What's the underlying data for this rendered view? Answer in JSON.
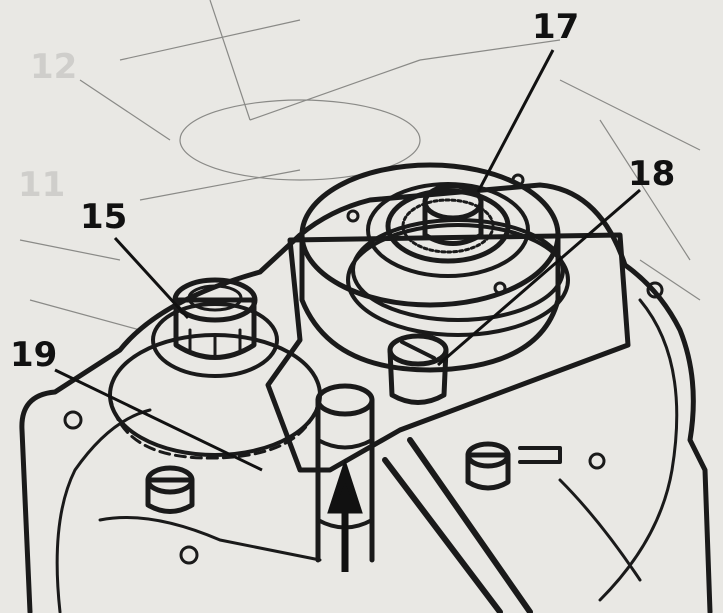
{
  "callouts": {
    "c15": "15",
    "c17": "17",
    "c18": "18",
    "c19": "19"
  },
  "background_labels": {
    "b12": "12",
    "b11": "11"
  },
  "colors": {
    "paper": "#e9e8e4",
    "ink": "#1a1a1a",
    "ghost": "#cfcecb"
  }
}
